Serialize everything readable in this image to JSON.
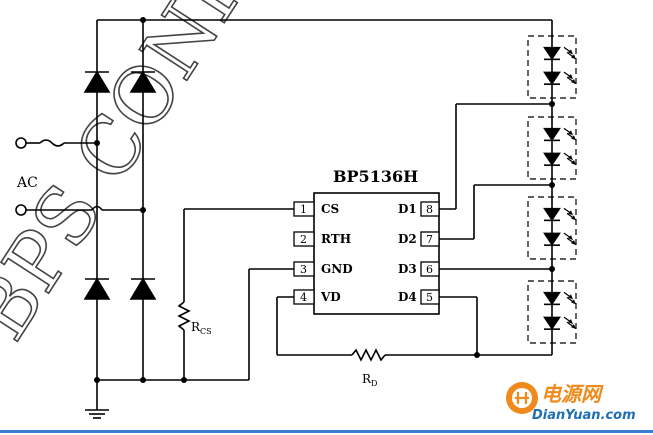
{
  "chip": {
    "name": "BP5136H",
    "pins": [
      {
        "num": "1",
        "label": "CS"
      },
      {
        "num": "2",
        "label": "RTH"
      },
      {
        "num": "3",
        "label": "GND"
      },
      {
        "num": "4",
        "label": "VD"
      },
      {
        "num": "8",
        "label": "D1"
      },
      {
        "num": "7",
        "label": "D2"
      },
      {
        "num": "6",
        "label": "D3"
      },
      {
        "num": "5",
        "label": "D4"
      }
    ]
  },
  "labels": {
    "ac": "AC",
    "rcs_main": "R",
    "rcs_sub": "CS",
    "rd_main": "R",
    "rd_sub": "D"
  },
  "watermark": {
    "text": "BPS CONFIDENTIAL"
  },
  "logo": {
    "cn": "电源网",
    "en": "DianYuan.com"
  },
  "colors": {
    "wire": "#000000",
    "logo_orange": "#f08a1c",
    "logo_blue": "#1f6fb5",
    "bottom_rule": "#3a7fd0"
  }
}
